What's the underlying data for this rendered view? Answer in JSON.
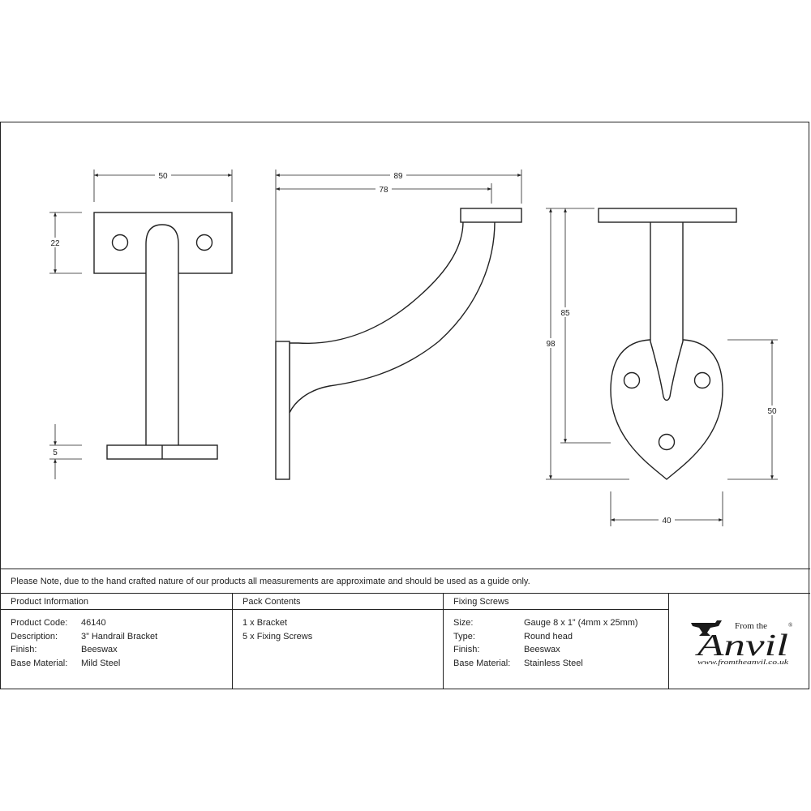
{
  "dimensions": {
    "front_width": "50",
    "front_plate_height": "22",
    "front_foot_thickness": "5",
    "side_total_projection": "89",
    "side_arm_projection": "78",
    "rear_height_to_plate": "85",
    "rear_total_height": "98",
    "plate_height": "50",
    "plate_width": "40"
  },
  "note": "Please Note, due to the hand crafted nature of our products all measurements are approximate and should be used as a guide only.",
  "product_information": {
    "heading": "Product Information",
    "rows": [
      {
        "label": "Product Code:",
        "value": "46140"
      },
      {
        "label": "Description:",
        "value": "3” Handrail Bracket"
      },
      {
        "label": "Finish:",
        "value": "Beeswax"
      },
      {
        "label": "Base Material:",
        "value": "Mild Steel"
      }
    ]
  },
  "pack_contents": {
    "heading": "Pack Contents",
    "rows": [
      "1 x Bracket",
      "5 x Fixing Screws"
    ]
  },
  "fixing_screws": {
    "heading": "Fixing Screws",
    "rows": [
      {
        "label": "Size:",
        "value": "Gauge 8 x 1” (4mm x 25mm)"
      },
      {
        "label": "Type:",
        "value": "Round head"
      },
      {
        "label": "Finish:",
        "value": "Beeswax"
      },
      {
        "label": "Base Material:",
        "value": "Stainless Steel"
      }
    ]
  },
  "logo": {
    "from_the": "From the",
    "brand": "Anvil",
    "registered": "®",
    "url": "www.fromtheanvil.co.uk"
  }
}
